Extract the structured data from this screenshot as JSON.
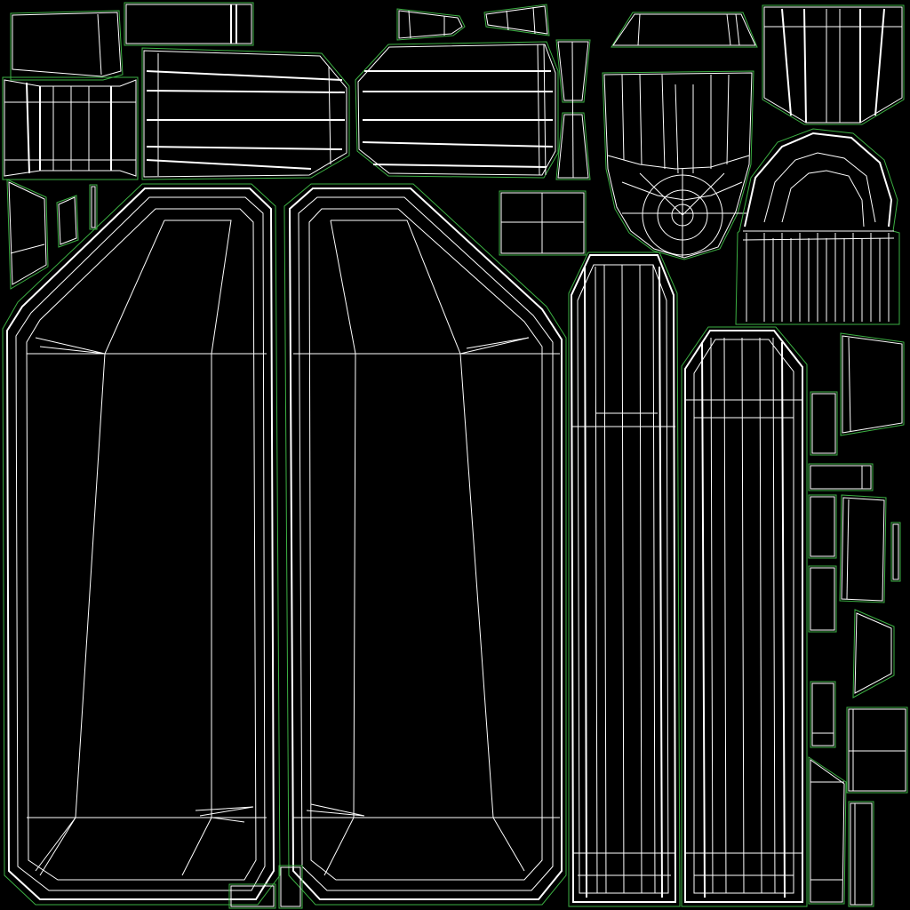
{
  "canvas": {
    "background": "#000000",
    "edge_color": "#ffffff",
    "island_outline_color": "#3cb043"
  },
  "uv_islands": [
    "top-left-cap",
    "top-left-strip",
    "left-box",
    "top-wide-left",
    "top-wide-right",
    "top-small-left",
    "top-small-right",
    "thin-vertical-pair",
    "top-trapezoid",
    "top-right-block",
    "visor-island",
    "dome-island",
    "small-square",
    "left-tiny-parts",
    "big-panel-left",
    "big-panel-right",
    "tall-column-left",
    "tall-column-right",
    "right-edge-pieces",
    "bottom-small-pieces"
  ]
}
